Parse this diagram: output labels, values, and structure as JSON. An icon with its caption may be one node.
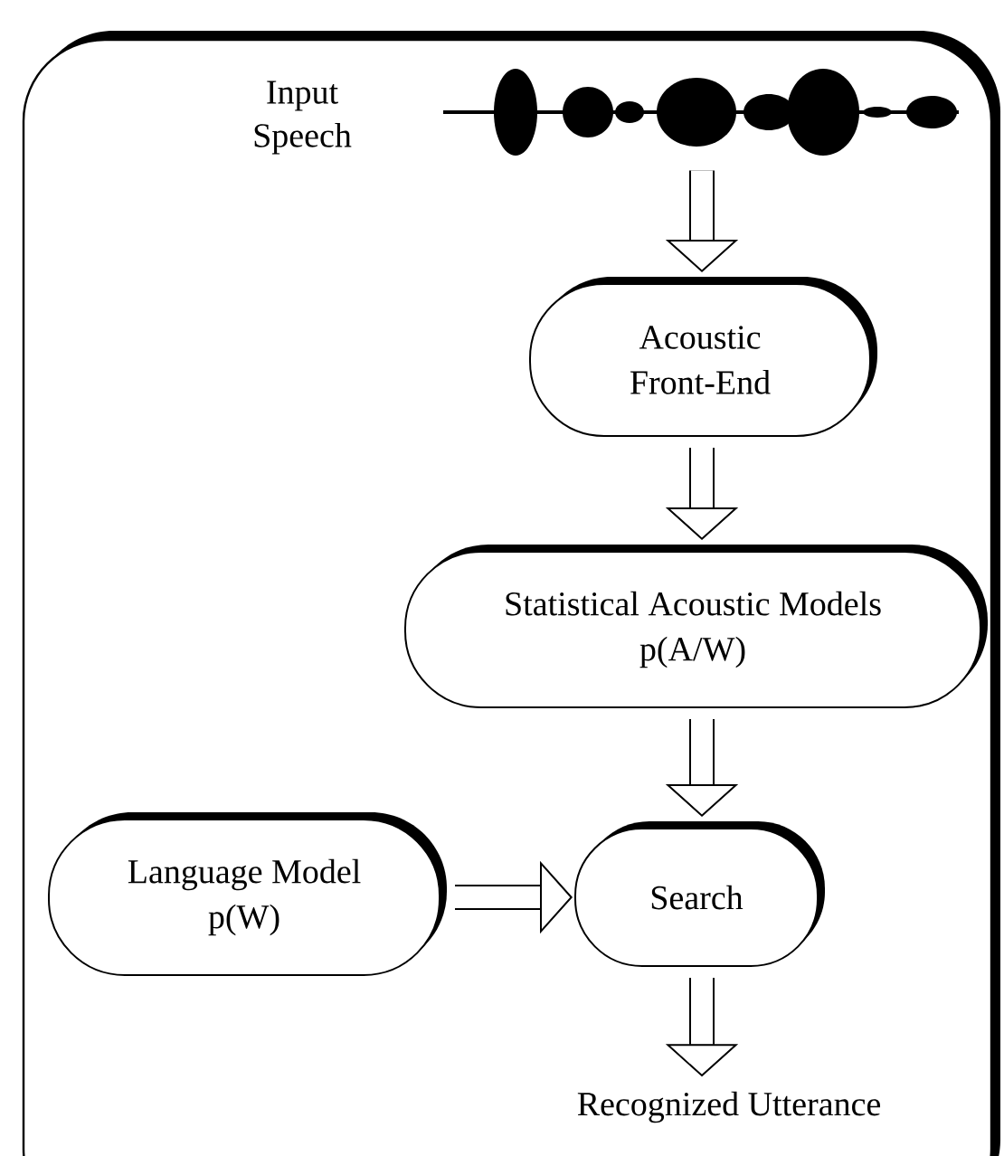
{
  "diagram": {
    "nodes": [
      {
        "text": [],
        "shape": "picture",
        "beside": [
          "Input Speech"
        ]
      },
      {
        "text": [
          "Acoustic Front-End"
        ]
      },
      {
        "text": [
          "Statistical Acoustic Models",
          "p(A/W)"
        ]
      },
      {
        "text": [
          "Language Model",
          "p(W)"
        ]
      },
      {
        "text": [
          "Search"
        ]
      },
      {
        "text": [
          "Recognized Utterance"
        ]
      }
    ],
    "edges": [
      {
        "from": 0,
        "to": 1,
        "arrow": "to"
      },
      {
        "from": 1,
        "to": 2,
        "arrow": "to"
      },
      {
        "from": 2,
        "to": 4,
        "arrow": "to"
      },
      {
        "from": 3,
        "to": 4,
        "arrow": "to"
      },
      {
        "from": 4,
        "to": 5,
        "arrow": "to"
      }
    ]
  }
}
